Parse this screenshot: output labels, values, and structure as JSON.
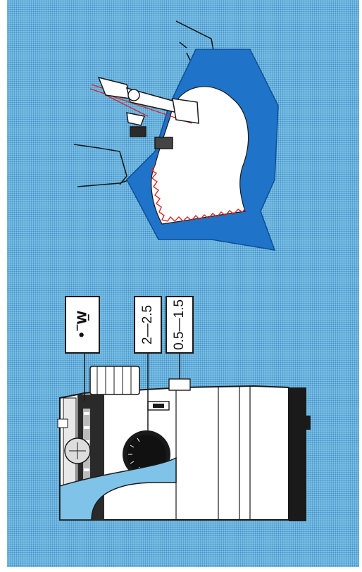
{
  "settings": {
    "stitch_symbol": "•‾W̲",
    "stitch_width": "2—2.5",
    "stitch_length": "0.5—1.5"
  },
  "colors": {
    "background": "#7fc4e8",
    "fabric": "#1f73c9",
    "thread": "#d42a2a"
  }
}
